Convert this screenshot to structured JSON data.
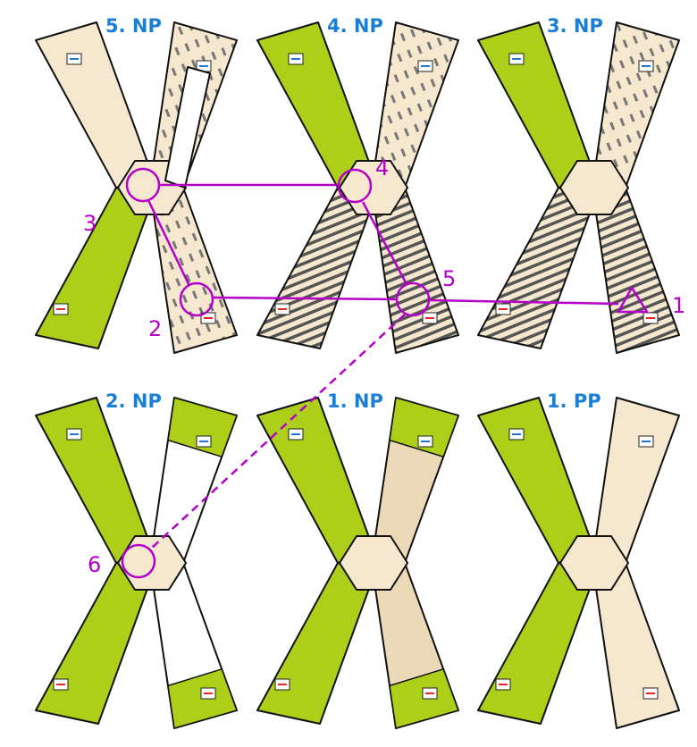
{
  "floors": [
    {
      "label": "5. NP"
    },
    {
      "label": "4. NP"
    },
    {
      "label": "3. NP"
    },
    {
      "label": "2. NP"
    },
    {
      "label": "1. NP"
    },
    {
      "label": "1. PP"
    }
  ],
  "markers": [
    "1",
    "2",
    "3",
    "4",
    "5",
    "6"
  ],
  "colors": {
    "title": "#1a7fd6",
    "marker": "#b400c8",
    "green": "#aecf1a",
    "beige": "#f6e8cf",
    "tan": "#ecd9b8",
    "wall": "#111111"
  }
}
